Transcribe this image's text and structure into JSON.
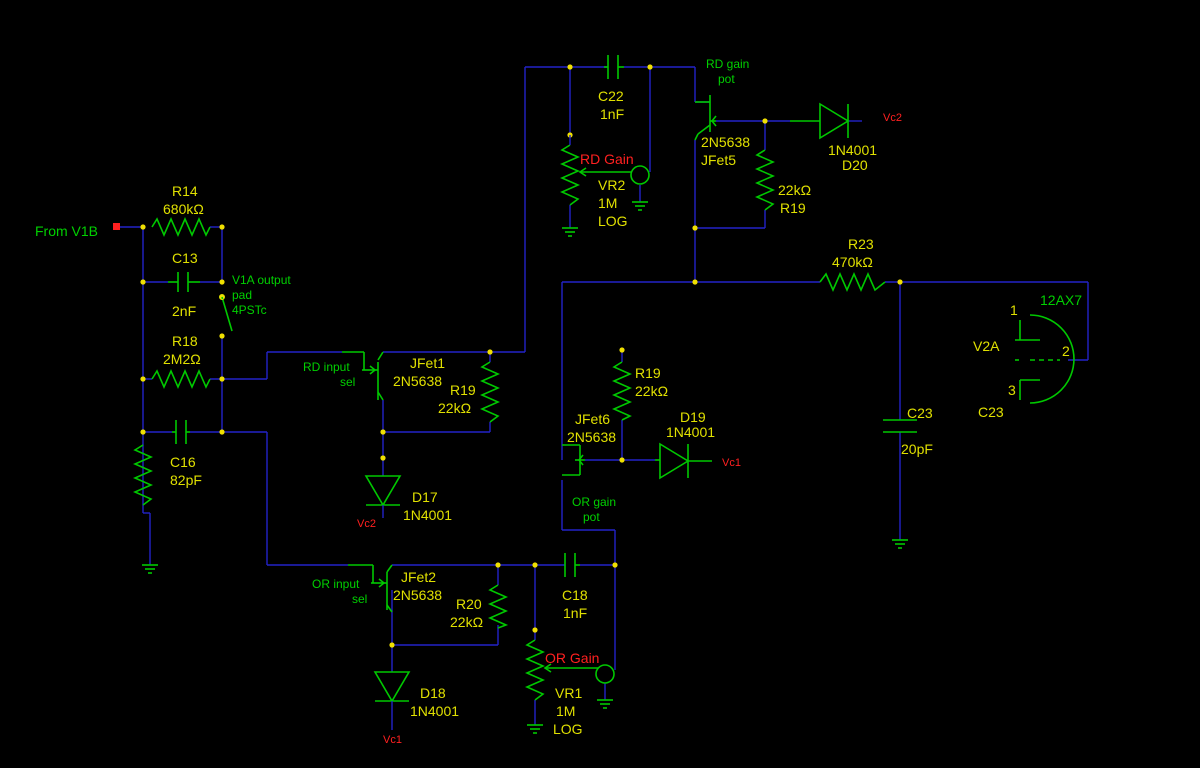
{
  "input": {
    "label": "From V1B"
  },
  "components": {
    "R14": {
      "ref": "R14",
      "value": "680kΩ"
    },
    "C13": {
      "ref": "C13",
      "value": "2nF"
    },
    "R18": {
      "ref": "R18",
      "value": "2M2Ω"
    },
    "C16": {
      "ref": "C16",
      "value": "82pF"
    },
    "SW_V1A": {
      "line1": "V1A output",
      "line2": "pad",
      "line3": "4PSTc"
    },
    "SW_RD": {
      "line1": "RD input",
      "line2": "sel"
    },
    "SW_OR": {
      "line1": "OR input",
      "line2": "sel"
    },
    "JFet1": {
      "ref": "JFet1",
      "value": "2N5638"
    },
    "JFet2": {
      "ref": "JFet2",
      "value": "2N5638"
    },
    "JFet5": {
      "ref": "JFet5",
      "value": "2N5638"
    },
    "JFet6": {
      "ref": "JFet6",
      "value": "2N5638"
    },
    "R19a": {
      "ref": "R19",
      "value": "22kΩ"
    },
    "R19b": {
      "ref": "R19",
      "value": "22kΩ"
    },
    "R19c": {
      "ref": "R19",
      "value": "22kΩ"
    },
    "R20": {
      "ref": "R20",
      "value": "22kΩ"
    },
    "D17": {
      "ref": "D17",
      "value": "1N4001",
      "supply": "Vc2"
    },
    "D18": {
      "ref": "D18",
      "value": "1N4001",
      "supply": "Vc1"
    },
    "D19": {
      "ref": "D19",
      "value": "1N4001",
      "supply": "Vc1"
    },
    "D20": {
      "ref": "D20",
      "value": "1N4001",
      "supply": "Vc2"
    },
    "C22": {
      "ref": "C22",
      "value": "1nF"
    },
    "C18": {
      "ref": "C18",
      "value": "1nF"
    },
    "VR2": {
      "ref": "VR2",
      "value": "1M",
      "taper": "LOG",
      "name": "RD Gain"
    },
    "VR1": {
      "ref": "VR1",
      "value": "1M",
      "taper": "LOG",
      "name": "OR Gain"
    },
    "RD_pot": {
      "line1": "RD gain",
      "line2": "pot"
    },
    "OR_pot": {
      "line1": "OR gain",
      "line2": "pot"
    },
    "R23": {
      "ref": "R23",
      "value": "470kΩ"
    },
    "C23": {
      "ref": "C23",
      "value": "20pF"
    },
    "V2A": {
      "ref": "V2A",
      "type": "12AX7",
      "pin1": "1",
      "pin2": "2",
      "pin3": "3",
      "cathode": "C23"
    }
  },
  "colors": {
    "wire": "#2323c8",
    "part": "#00c800",
    "label": "#e0e000",
    "supply": "#ff2020",
    "junction": "#f0e000"
  }
}
